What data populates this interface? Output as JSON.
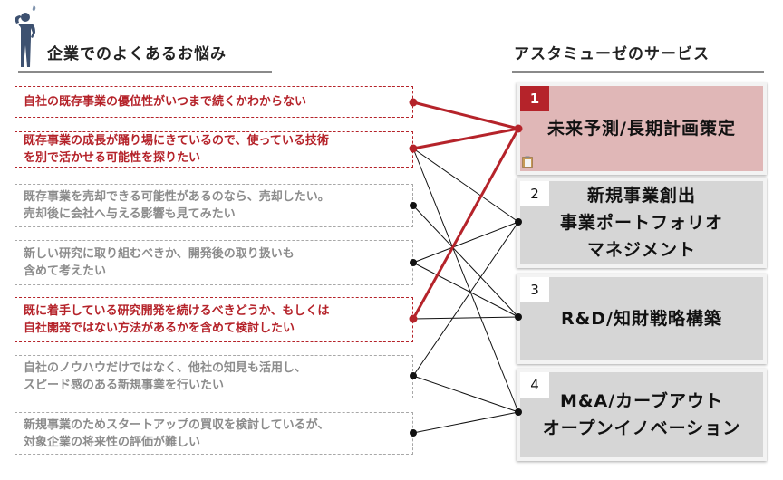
{
  "left_header": "企業でのよくあるお悩み",
  "right_header": "アスタミューゼのサービス",
  "icons": {
    "person": "thinking-businessman-icon",
    "clipboard": "clipboard-icon"
  },
  "colors": {
    "highlight": "#b5232a",
    "highlight_bg": "#e0b7b7",
    "neutral_bg": "#d6d6d6",
    "neutral_text": "#8c8c8c",
    "line": "#111111"
  },
  "concerns": [
    {
      "text": "自社の既存事業の優位性がいつまで続くかわからない",
      "highlight": true
    },
    {
      "text": "既存事業の成長が踊り場にきているので、使っている技術\nを別で活かせる可能性を探りたい",
      "highlight": true
    },
    {
      "text": "既存事業を売却できる可能性があるのなら、売却したい。\n売却後に会社へ与える影響も見てみたい",
      "highlight": false
    },
    {
      "text": "新しい研究に取り組むべきか、開発後の取り扱いも\n含めて考えたい",
      "highlight": false
    },
    {
      "text": "既に着手している研究開発を続けるべきどうか、もしくは\n自社開発ではない方法があるかを含めて検討したい",
      "highlight": true
    },
    {
      "text": "自社のノウハウだけではなく、他社の知見も活用し、\nスピード感のある新規事業を行いたい",
      "highlight": false
    },
    {
      "text": "新規事業のためスタートアップの買収を検討しているが、\n対象企業の将来性の評価が難しい",
      "highlight": false
    }
  ],
  "services": [
    {
      "number": "1",
      "title": "未来予測/長期計画策定",
      "highlight": true
    },
    {
      "number": "2",
      "title": "新規事業創出\n事業ポートフォリオ\nマネジメント",
      "highlight": false
    },
    {
      "number": "3",
      "title": "R&D/知財戦略構築",
      "highlight": false
    },
    {
      "number": "4",
      "title": "M&A/カーブアウト\nオープンイノベーション",
      "highlight": false
    }
  ],
  "connections": [
    {
      "from": 0,
      "to": 0,
      "highlight": true
    },
    {
      "from": 1,
      "to": 0,
      "highlight": true
    },
    {
      "from": 1,
      "to": 1,
      "highlight": false
    },
    {
      "from": 1,
      "to": 3,
      "highlight": false
    },
    {
      "from": 2,
      "to": 2,
      "highlight": false
    },
    {
      "from": 3,
      "to": 1,
      "highlight": false
    },
    {
      "from": 3,
      "to": 2,
      "highlight": false
    },
    {
      "from": 4,
      "to": 0,
      "highlight": true
    },
    {
      "from": 4,
      "to": 2,
      "highlight": false
    },
    {
      "from": 5,
      "to": 1,
      "highlight": false
    },
    {
      "from": 5,
      "to": 3,
      "highlight": false
    },
    {
      "from": 6,
      "to": 3,
      "highlight": false
    }
  ]
}
